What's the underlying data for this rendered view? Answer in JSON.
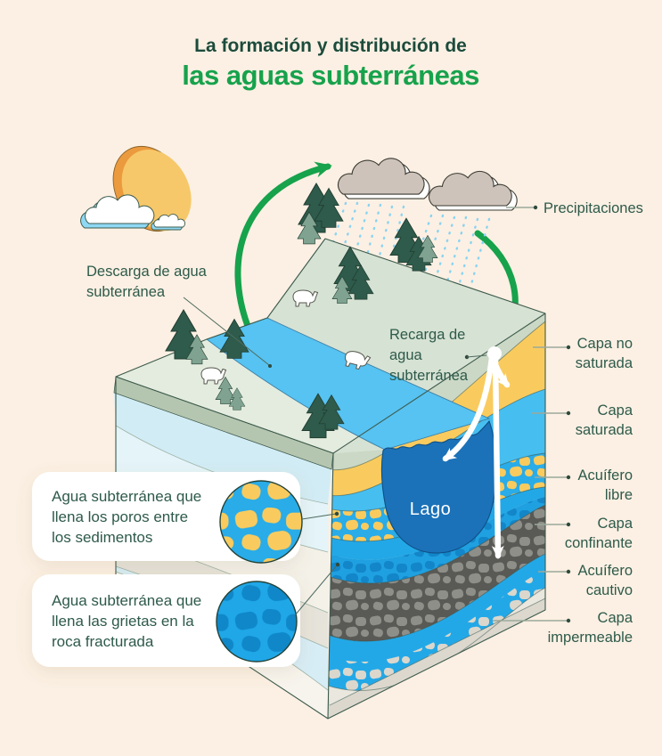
{
  "title": {
    "line1": "La formación y distribución de",
    "line2": "las aguas subterráneas"
  },
  "labels": {
    "precipitaciones": "Precipitaciones",
    "descarga": {
      "l1": "Descarga de agua",
      "l2": "subterránea"
    },
    "recarga": {
      "l1": "Recarga de",
      "l2": "agua",
      "l3": "subterránea"
    },
    "lago": "Lago"
  },
  "layer_labels": [
    {
      "l1": "Capa no",
      "l2": "saturada"
    },
    {
      "l1": "Capa",
      "l2": "saturada"
    },
    {
      "l1": "Acuífero",
      "l2": "libre"
    },
    {
      "l1": "Capa",
      "l2": "confinante"
    },
    {
      "l1": "Acuífero",
      "l2": "cautivo"
    },
    {
      "l1": "Capa",
      "l2": "impermeable"
    }
  ],
  "callouts": [
    {
      "l1": "Agua subterránea que",
      "l2": "llena los poros entre",
      "l3": "los sedimentos"
    },
    {
      "l1": "Agua subterránea que",
      "l2": "llena las grietas en la",
      "l3": "roca fracturada"
    }
  ],
  "icons": {
    "sun": "sun-icon",
    "cloud": "cloud-icon",
    "rain_cloud": "rain-cloud-icon",
    "pine_tree": "pine-tree-icon",
    "cow": "cow-icon",
    "cycle_arrows": "water-cycle-arrow-icon"
  },
  "colors": {
    "background": "#FBF0E3",
    "title_green": "#17A24C",
    "title_dark": "#1C4B3C",
    "text_green": "#2E5A4B",
    "arrow_green": "#17A24C",
    "river_blue": "#56C3F2",
    "lake_blue": "#1B72B8",
    "aquifer_blue": "#29ACE8",
    "sand_yellow": "#F9CB5E",
    "confining_gray": "#595955",
    "impermeable_gray": "#DCD8CE",
    "terrain_green": "#D6E2D3",
    "rain_cloud_taupe": "#CEC3BA"
  }
}
